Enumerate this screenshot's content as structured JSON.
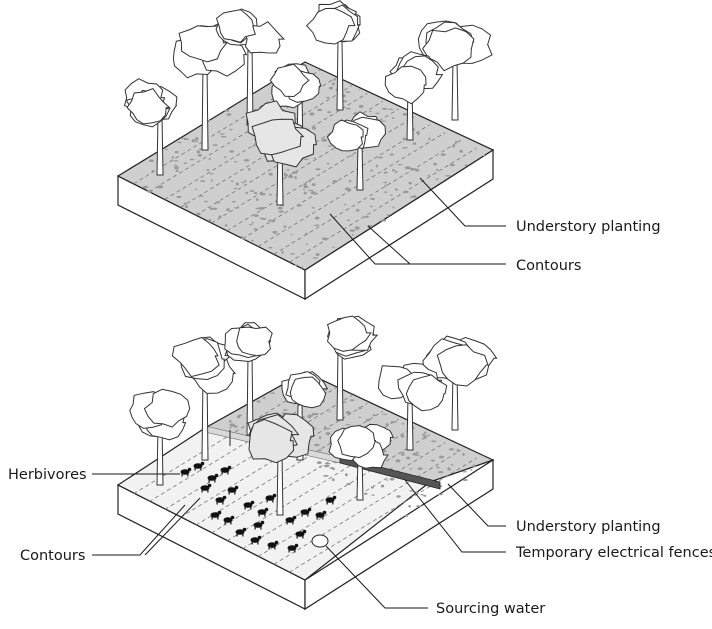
{
  "top_panel": {
    "labels": {
      "understory": "Understory planting",
      "contours": "Contours"
    }
  },
  "bottom_panel": {
    "labels": {
      "herbivores": "Herbivores",
      "contours": "Contours",
      "understory": "Understory planting",
      "fences": "Temporary electrical fences",
      "water": "Sourcing water"
    }
  },
  "icons": [
    "tree-icon",
    "herbivore-icon",
    "water-source-icon",
    "electric-fence-icon"
  ]
}
